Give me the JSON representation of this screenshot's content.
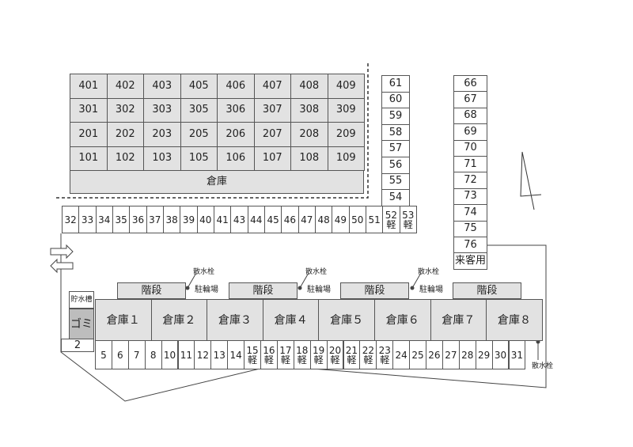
{
  "upper_building": {
    "rows": [
      [
        "401",
        "402",
        "403",
        "405",
        "406",
        "407",
        "408",
        "409"
      ],
      [
        "301",
        "302",
        "303",
        "305",
        "306",
        "307",
        "308",
        "309"
      ],
      [
        "201",
        "202",
        "203",
        "205",
        "206",
        "207",
        "208",
        "209"
      ],
      [
        "101",
        "102",
        "103",
        "105",
        "106",
        "107",
        "108",
        "109"
      ]
    ],
    "storage": "倉庫"
  },
  "column_a": [
    "61",
    "60",
    "59",
    "58",
    "57",
    "56",
    "55",
    "54"
  ],
  "column_b": [
    "66",
    "67",
    "68",
    "69",
    "70",
    "71",
    "72",
    "73",
    "74",
    "75",
    "76",
    "来客用"
  ],
  "row_middle": [
    "32",
    "33",
    "34",
    "35",
    "36",
    "37",
    "38",
    "39",
    "40",
    "41",
    "43",
    "44",
    "45",
    "46",
    "47",
    "48",
    "49",
    "50",
    "51",
    "52\n軽",
    "53\n軽"
  ],
  "lower_building": {
    "stairs": "階段",
    "bike_parking": "駐輪場",
    "hydrant": "散水栓",
    "water_tank": "貯水槽",
    "garbage": "ゴミ",
    "storages": [
      "倉庫１",
      "倉庫２",
      "倉庫３",
      "倉庫４",
      "倉庫５",
      "倉庫６",
      "倉庫７",
      "倉庫８"
    ],
    "spot_2": "2",
    "spots": [
      "5",
      "6",
      "7",
      "8",
      "10",
      "11",
      "12",
      "13",
      "14",
      "15\n軽",
      "16\n軽",
      "17\n軽",
      "18\n軽",
      "19\n軽",
      "20\n軽",
      "21\n軽",
      "22\n軽",
      "23\n軽",
      "24",
      "25",
      "26",
      "27",
      "28",
      "29",
      "30",
      "31"
    ]
  }
}
